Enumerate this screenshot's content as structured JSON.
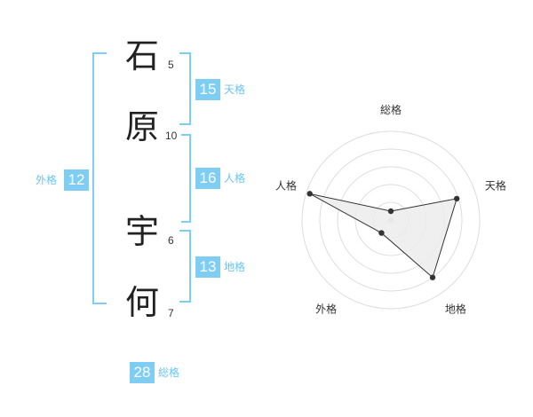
{
  "name": {
    "surname": [
      {
        "char": "石",
        "strokes": "5"
      },
      {
        "char": "原",
        "strokes": "10"
      }
    ],
    "given": [
      {
        "char": "宇",
        "strokes": "6"
      },
      {
        "char": "何",
        "strokes": "7"
      }
    ]
  },
  "kaku": {
    "tenkaku": {
      "label": "天格",
      "value": "15"
    },
    "jinkaku": {
      "label": "人格",
      "value": "16"
    },
    "chikaku": {
      "label": "地格",
      "value": "13"
    },
    "gaikaku": {
      "label": "外格",
      "value": "12"
    },
    "soukaku": {
      "label": "総格",
      "value": "28"
    }
  },
  "colors": {
    "accent": "#7fcdf2",
    "badge": "#7fcdf2",
    "label": "#6cc4ec",
    "radar_fill": "#ececec",
    "radar_line": "#333333",
    "grid": "#dddddd"
  },
  "chart_data": {
    "type": "radar",
    "axes": [
      "総格",
      "天格",
      "地格",
      "外格",
      "人格"
    ],
    "values": [
      0.5,
      3.9,
      4.0,
      0.9,
      4.8
    ],
    "range": [
      0,
      5
    ],
    "grid": true
  }
}
